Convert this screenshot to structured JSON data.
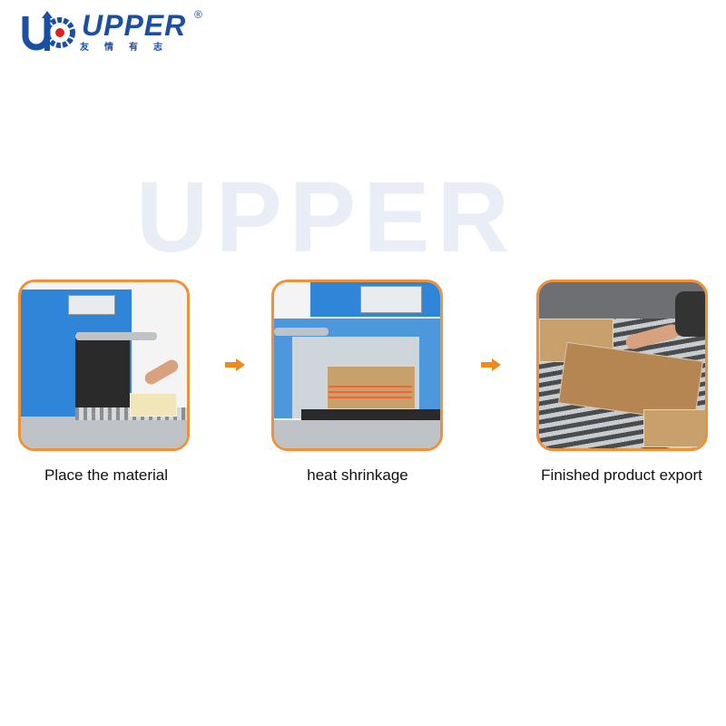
{
  "logo": {
    "text": "UPPER",
    "registered": "®",
    "subtitle": "友情有志"
  },
  "steps": [
    {
      "caption": "Place the material",
      "image": "machine-loading"
    },
    {
      "caption": "heat shrinkage",
      "image": "machine-heating"
    },
    {
      "caption": "Finished product export",
      "image": "packaged-product"
    }
  ],
  "colors": {
    "accent": "#f0913a",
    "brand": "#1a4fa3",
    "machine": "#2f86d8"
  }
}
